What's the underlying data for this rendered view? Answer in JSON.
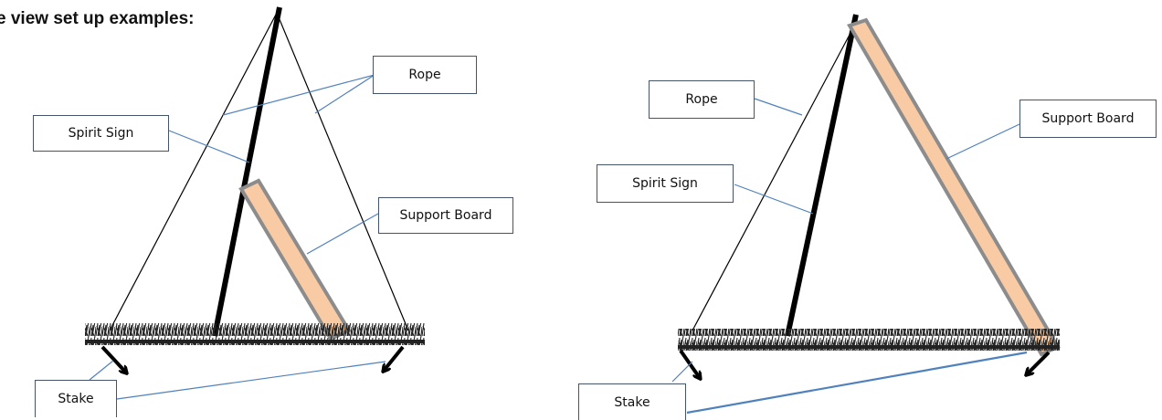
{
  "heading": "e view set up examples:",
  "diagrams": [
    {
      "labels": {
        "rope": "Rope",
        "spirit_sign": "Spirit Sign",
        "support_board": "Support Board",
        "stake": "Stake"
      }
    },
    {
      "labels": {
        "rope": "Rope",
        "support_board": "Support Board",
        "spirit_sign": "Spirit Sign",
        "stake": "Stake"
      }
    }
  ],
  "colors": {
    "board_fill": "#f9cba4",
    "board_stroke": "#8c8c8c",
    "leader": "#4f81bd",
    "post": "#000000"
  }
}
